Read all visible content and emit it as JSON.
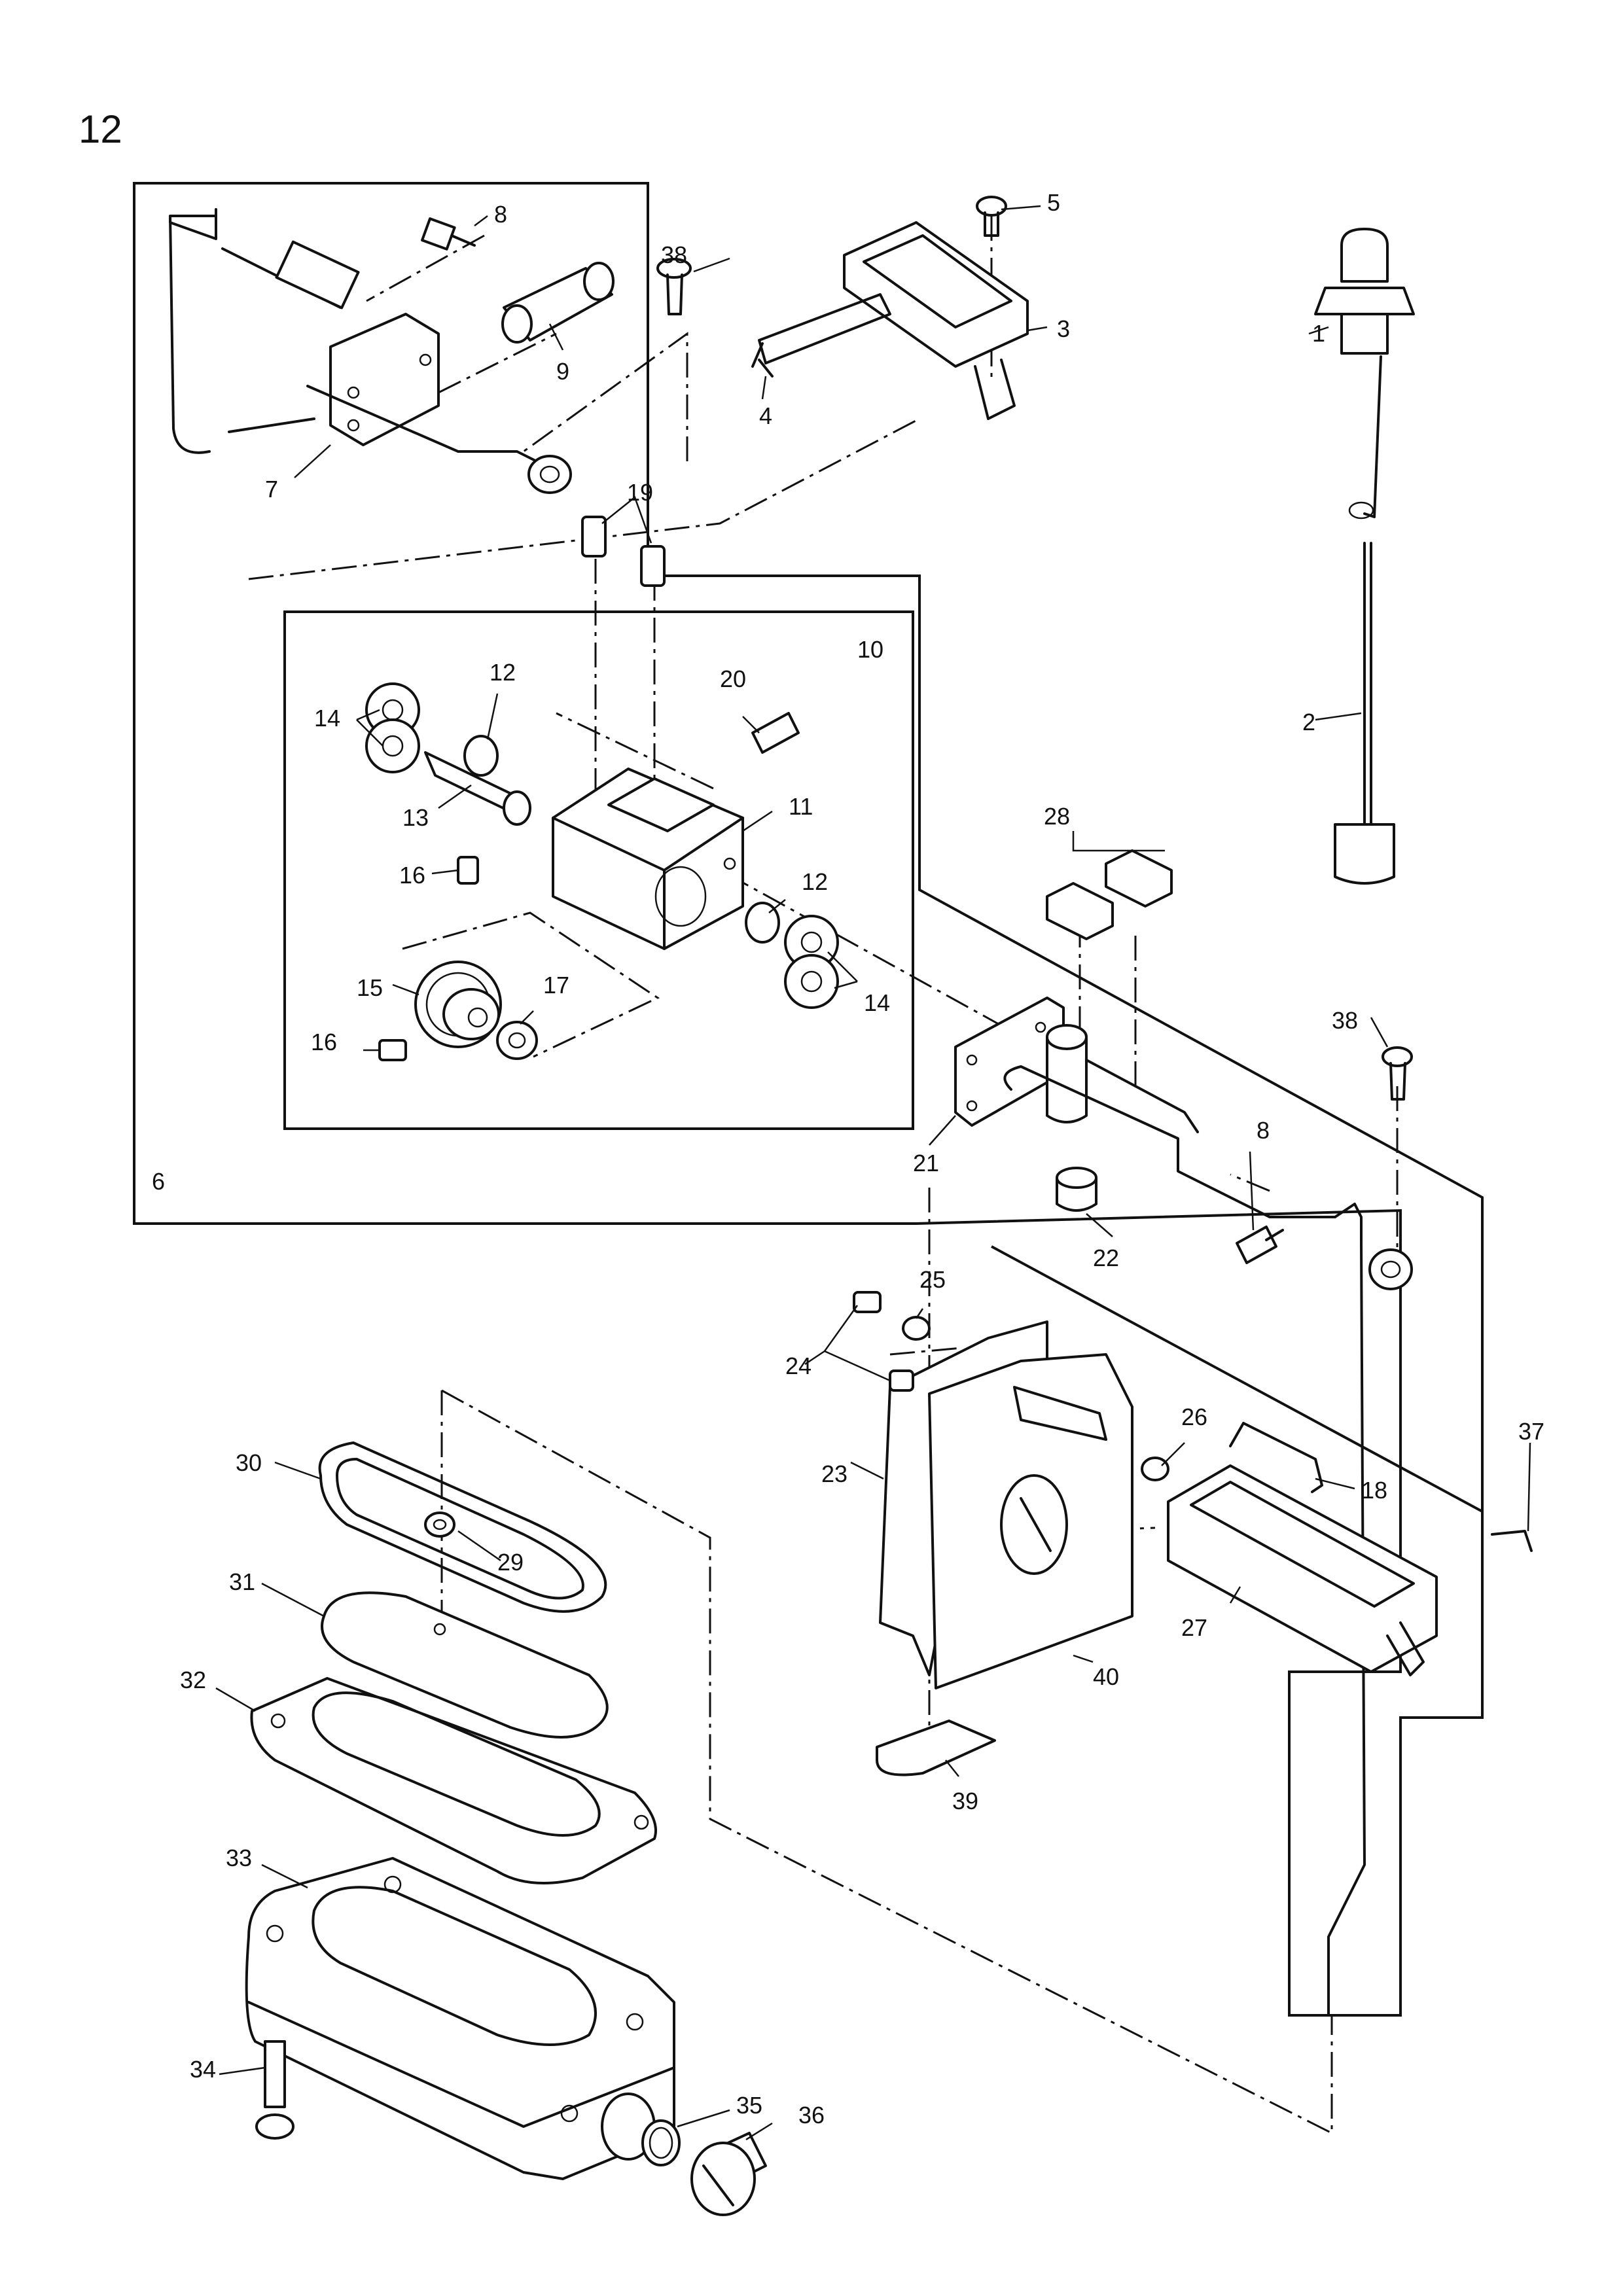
{
  "figure_number": "12",
  "callouts": [
    {
      "id": "c1",
      "text": "1"
    },
    {
      "id": "c2",
      "text": "2"
    },
    {
      "id": "c3",
      "text": "3"
    },
    {
      "id": "c4",
      "text": "4"
    },
    {
      "id": "c5",
      "text": "5"
    },
    {
      "id": "c6",
      "text": "6"
    },
    {
      "id": "c7",
      "text": "7"
    },
    {
      "id": "c8a",
      "text": "8"
    },
    {
      "id": "c8b",
      "text": "8"
    },
    {
      "id": "c9",
      "text": "9"
    },
    {
      "id": "c10",
      "text": "10"
    },
    {
      "id": "c11",
      "text": "11"
    },
    {
      "id": "c12a",
      "text": "12"
    },
    {
      "id": "c12b",
      "text": "12"
    },
    {
      "id": "c13",
      "text": "13"
    },
    {
      "id": "c14a",
      "text": "14"
    },
    {
      "id": "c14b",
      "text": "14"
    },
    {
      "id": "c15",
      "text": "15"
    },
    {
      "id": "c16a",
      "text": "16"
    },
    {
      "id": "c16b",
      "text": "16"
    },
    {
      "id": "c17",
      "text": "17"
    },
    {
      "id": "c18",
      "text": "18"
    },
    {
      "id": "c19",
      "text": "19"
    },
    {
      "id": "c20",
      "text": "20"
    },
    {
      "id": "c21",
      "text": "21"
    },
    {
      "id": "c22",
      "text": "22"
    },
    {
      "id": "c23",
      "text": "23"
    },
    {
      "id": "c24",
      "text": "24"
    },
    {
      "id": "c25",
      "text": "25"
    },
    {
      "id": "c26",
      "text": "26"
    },
    {
      "id": "c27",
      "text": "27"
    },
    {
      "id": "c28",
      "text": "28"
    },
    {
      "id": "c29",
      "text": "29"
    },
    {
      "id": "c30",
      "text": "30"
    },
    {
      "id": "c31",
      "text": "31"
    },
    {
      "id": "c32",
      "text": "32"
    },
    {
      "id": "c33",
      "text": "33"
    },
    {
      "id": "c34",
      "text": "34"
    },
    {
      "id": "c35",
      "text": "35"
    },
    {
      "id": "c36",
      "text": "36"
    },
    {
      "id": "c37",
      "text": "37"
    },
    {
      "id": "c38a",
      "text": "38"
    },
    {
      "id": "c38b",
      "text": "38"
    },
    {
      "id": "c39",
      "text": "39"
    },
    {
      "id": "c40",
      "text": "40"
    }
  ]
}
